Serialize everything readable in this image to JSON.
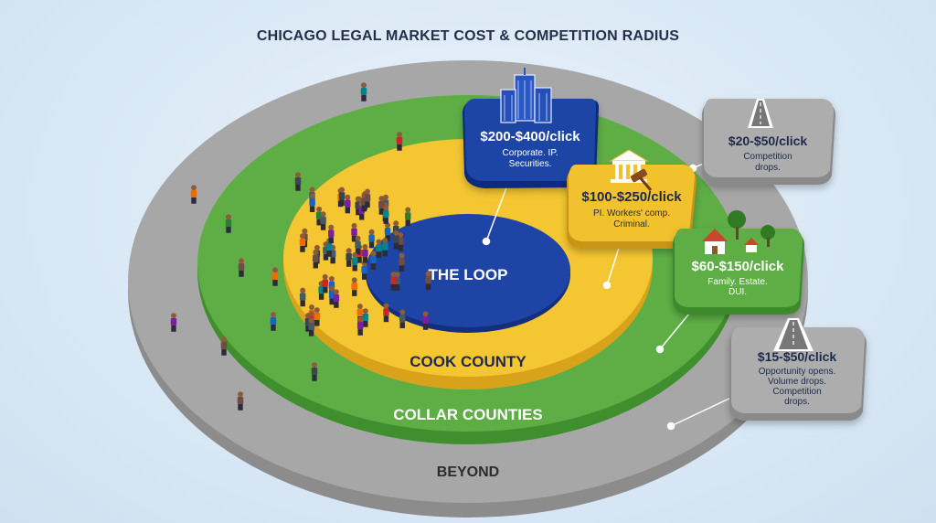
{
  "title": "CHICAGO LEGAL MARKET COST & COMPETITION RADIUS",
  "zones": {
    "loop": "THE LOOP",
    "cook": "COOK COUNTY",
    "collar": "COLLAR COUNTIES",
    "beyond": "BEYOND"
  },
  "callouts": [
    {
      "price": "$200-$400/click",
      "lines": [
        "Corporate. IP.",
        "Securities."
      ],
      "color": "#1d3f9e"
    },
    {
      "price": "$100-$250/click",
      "lines": [
        "PI. Workers' comp.",
        "Criminal."
      ],
      "color": "#f2c12e"
    },
    {
      "price": "$60-$150/click",
      "lines": [
        "Family. Estate.",
        "DUI."
      ],
      "color": "#5fae45"
    },
    {
      "price": "$20-$50/click",
      "lines": [
        "Competition",
        "drops."
      ],
      "color": "#a9a9a9"
    },
    {
      "price": "$15-$50/click",
      "lines": [
        "Opportunity opens.",
        "Volume drops.",
        "Competition",
        "drops."
      ],
      "color": "#a9a9a9"
    }
  ],
  "icons": [
    "office-buildings-icon",
    "courthouse-gavel-icon",
    "house-trees-icon",
    "road-icon",
    "road-icon"
  ],
  "colors": {
    "loop": "#1d3f9e",
    "cook": "#f2c12e",
    "collar": "#5fae45",
    "beyond": "#a3a3a3"
  }
}
